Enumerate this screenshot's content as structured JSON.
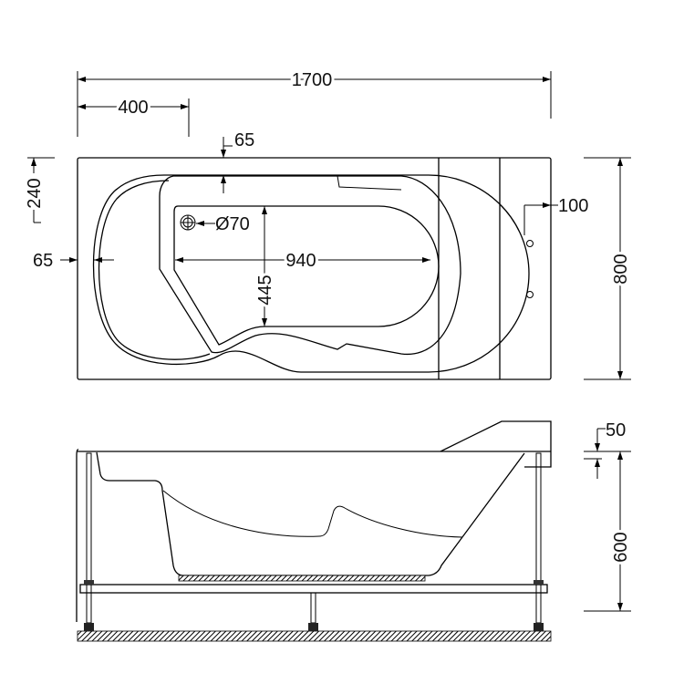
{
  "plan_view": {
    "overall_length": "1700",
    "head_offset": "400",
    "rim_width_top": "65",
    "drain_offset": "240",
    "rim_width_left": "65",
    "drain_diameter": "Ø70",
    "inner_length": "940",
    "inner_width": "445",
    "tap_offset": "100",
    "overall_width": "800"
  },
  "side_view": {
    "rim_height": "50",
    "overall_height": "600"
  }
}
